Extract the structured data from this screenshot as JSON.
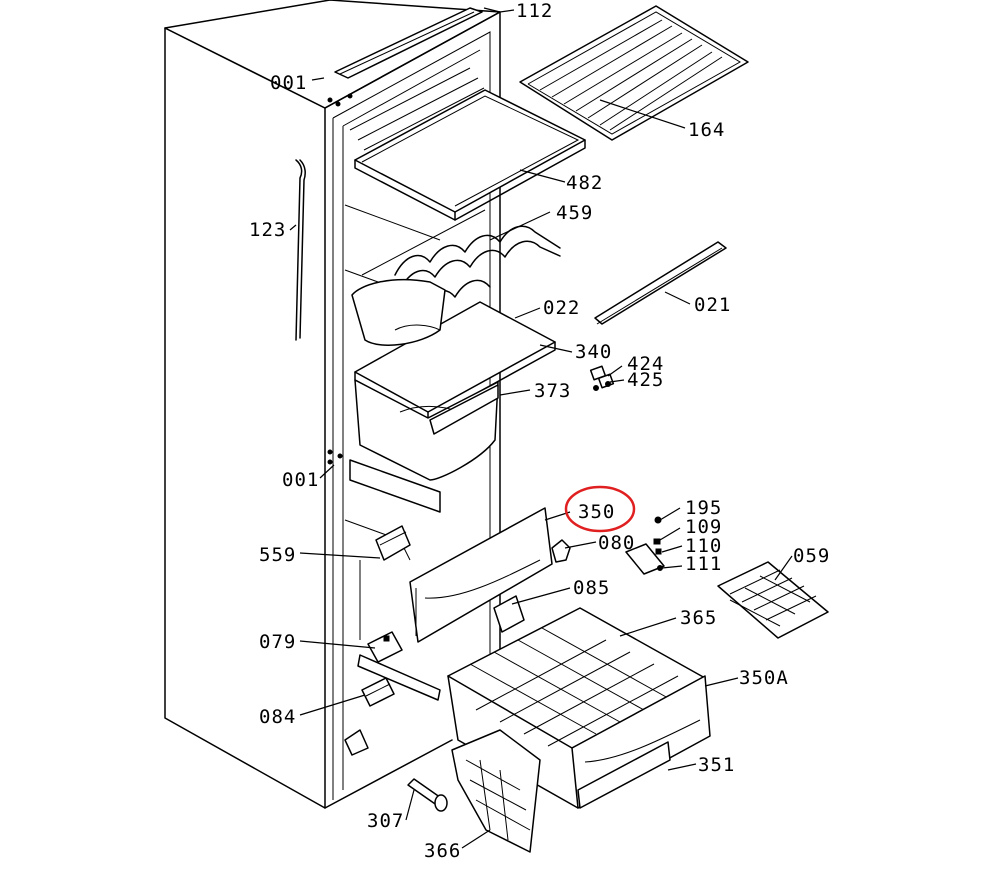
{
  "labels": {
    "p112": "112",
    "p001a": "001",
    "p164": "164",
    "p482": "482",
    "p123": "123",
    "p459": "459",
    "p021": "021",
    "p022": "022",
    "p340": "340",
    "p424": "424",
    "p425": "425",
    "p373": "373",
    "p001b": "001",
    "p350": "350",
    "p195": "195",
    "p109": "109",
    "p110": "110",
    "p111": "111",
    "p059": "059",
    "p080": "080",
    "p559": "559",
    "p085": "085",
    "p365": "365",
    "p079": "079",
    "p350A": "350A",
    "p084": "084",
    "p351": "351",
    "p307": "307",
    "p366": "366"
  },
  "highlight": {
    "part": "350",
    "color": "#e02020"
  }
}
